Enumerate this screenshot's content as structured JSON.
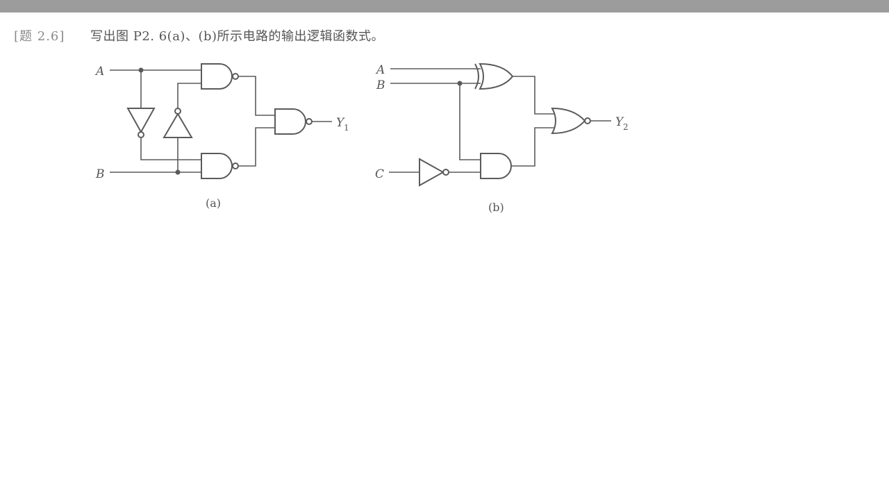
{
  "problem": {
    "label": "[题 2.6]",
    "text": "写出图 P2. 6(a)、(b)所示电路的输出逻辑函数式。"
  },
  "circuit_a": {
    "input_a": "A",
    "input_b": "B",
    "output": "Y",
    "output_sub": "1",
    "caption": "(a)"
  },
  "circuit_b": {
    "input_a": "A",
    "input_b": "B",
    "input_c": "C",
    "output": "Y",
    "output_sub": "2",
    "caption": "(b)"
  }
}
